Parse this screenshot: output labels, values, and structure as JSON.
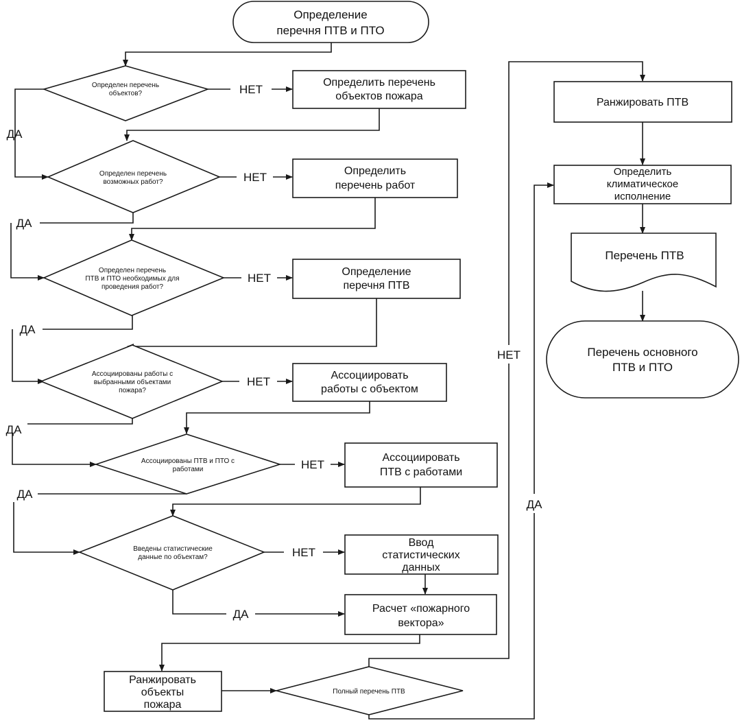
{
  "diagram": {
    "start": [
      "Определение",
      "перечня ПТВ и ПТО"
    ],
    "end": [
      "Перечень основного",
      "ПТВ и ПТО"
    ],
    "document": "Перечень ПТВ",
    "decisions": {
      "d1": [
        "Определен перечень",
        "объектов?"
      ],
      "d2": [
        "Определен перечень",
        "возможных работ?"
      ],
      "d3": [
        "Определен перечень",
        "ПТВ и ПТО необходимых для",
        "проведения работ?"
      ],
      "d4": [
        "Ассоциированы работы с",
        "выбранными объектами",
        "пожара?"
      ],
      "d5": [
        "Ассоциированы ПТВ и ПТО с",
        "работами"
      ],
      "d6": [
        "Введены статистические",
        "данные по объектам?"
      ],
      "d7": [
        "Полный перечень ПТВ"
      ]
    },
    "processes": {
      "p1": [
        "Определить перечень",
        "объектов пожара"
      ],
      "p2": [
        "Определить",
        "перечень работ"
      ],
      "p3": [
        "Определение",
        "перечня ПТВ"
      ],
      "p4": [
        "Ассоциировать",
        "работы с объектом"
      ],
      "p5": [
        "Ассоциировать",
        "ПТВ с работами"
      ],
      "p6": [
        "Ввод",
        "статистических",
        "данных"
      ],
      "p7": [
        "Расчет «пожарного",
        "вектора»"
      ],
      "p8": [
        "Ранжировать",
        "объекты",
        "пожара"
      ],
      "p9": [
        "Ранжировать ПТВ"
      ],
      "p10": [
        "Определить",
        "климатическое",
        "исполнение"
      ]
    },
    "labels": {
      "yes": "ДА",
      "no": "НЕТ"
    }
  }
}
